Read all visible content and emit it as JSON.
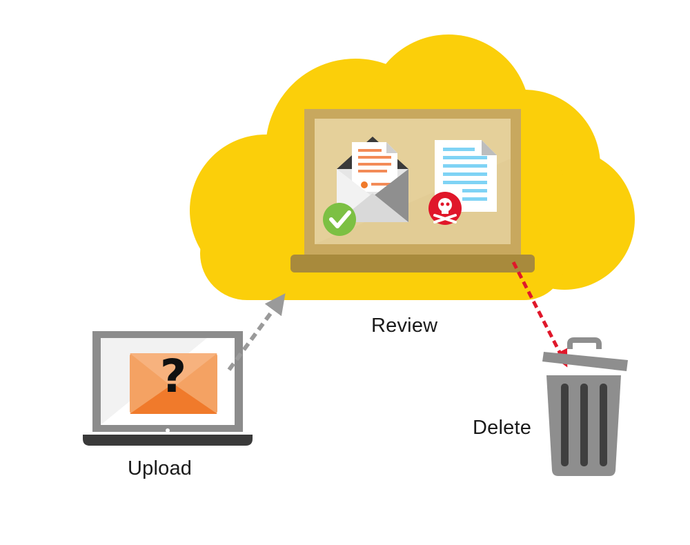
{
  "labels": {
    "review": "Review",
    "upload": "Upload",
    "delete": "Delete"
  },
  "icons": {
    "cloud": "cloud-icon",
    "cloud_laptop": "laptop-icon",
    "open_envelope": "open-envelope-icon",
    "certificate_document": "document-icon",
    "checkmark": "checkmark-icon",
    "infected_document": "document-icon",
    "skull": "skull-crossbones-icon",
    "local_laptop": "laptop-icon",
    "unknown_envelope": "envelope-icon",
    "question_mark": "question-mark-icon",
    "trash": "trash-can-icon"
  },
  "colors": {
    "cloud": "#fbcf0a",
    "laptop_frame": "#c8a85e",
    "laptop_screen": "#e2cc95",
    "laptop_base": "#a88a3c",
    "check_green": "#7cc043",
    "skull_red": "#e0172a",
    "envelope_orange": "#f4a263",
    "envelope_dark_orange": "#f07a2b",
    "upload_arrow": "#9a9a9a",
    "delete_arrow": "#e0172a",
    "trash_body": "#8e8e8e",
    "trash_stripes": "#3f3f3f",
    "document_blue_lines": "#7fd3f5",
    "document_orange_lines": "#f38b57"
  }
}
